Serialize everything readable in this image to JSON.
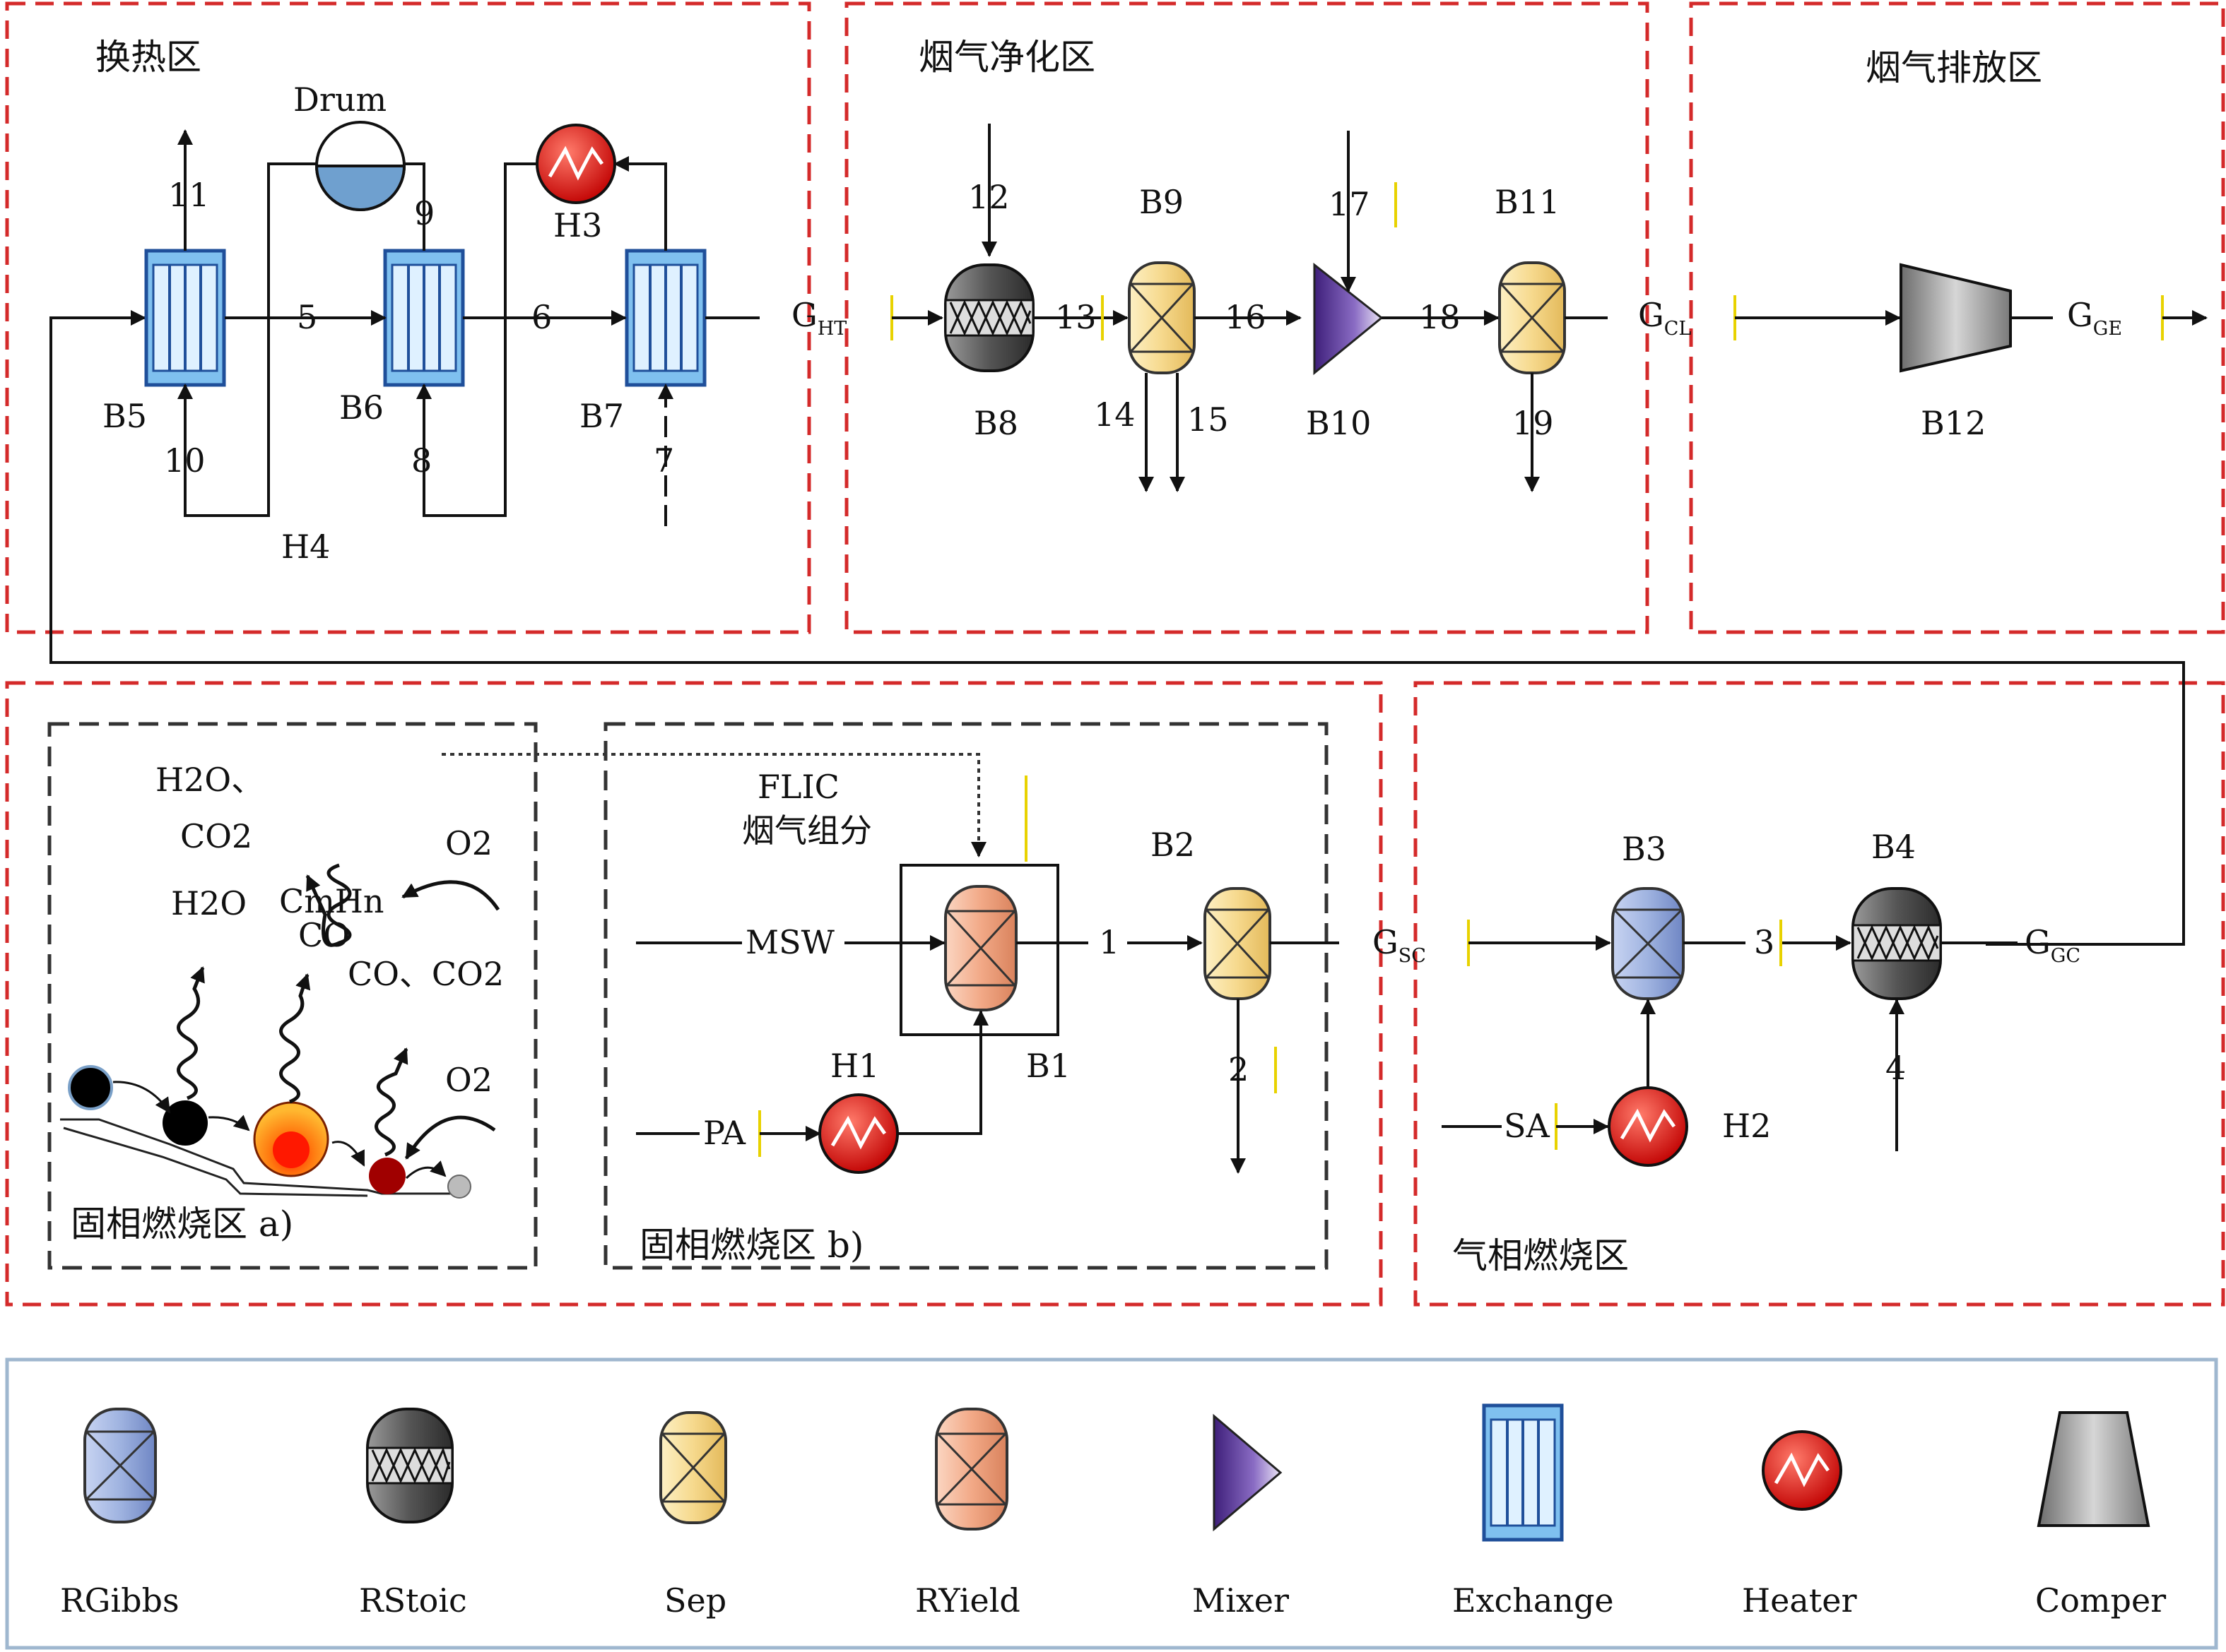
{
  "zones": {
    "heat_exchange": "换热区",
    "flue_gas_cleaning": "烟气净化区",
    "flue_gas_emission": "烟气排放区",
    "solid_combustion_a": "固相燃烧区 a)",
    "solid_combustion_b": "固相燃烧区 b)",
    "gas_combustion": "气相燃烧区"
  },
  "blocks": {
    "drum": "Drum",
    "b1": "B1",
    "b2": "B2",
    "b3": "B3",
    "b4": "B4",
    "b5": "B5",
    "b6": "B6",
    "b7": "B7",
    "b8": "B8",
    "b9": "B9",
    "b10": "B10",
    "b11": "B11",
    "b12": "B12",
    "h1": "H1",
    "h2": "H2",
    "h3": "H3",
    "h4": "H4"
  },
  "streams": {
    "s1": "1",
    "s2": "2",
    "s3": "3",
    "s4": "4",
    "s5": "5",
    "s6": "6",
    "s7": "7",
    "s8": "8",
    "s9": "9",
    "s10": "10",
    "s11": "11",
    "s12": "12",
    "s13": "13",
    "s14": "14",
    "s15": "15",
    "s16": "16",
    "s17": "17",
    "s18": "18",
    "s19": "19",
    "msw": "MSW",
    "pa": "PA",
    "sa": "SA",
    "g_ht": {
      "main": "G",
      "sub": "HT"
    },
    "g_cl": {
      "main": "G",
      "sub": "CL"
    },
    "g_ge": {
      "main": "G",
      "sub": "GE"
    },
    "g_sc": {
      "main": "G",
      "sub": "SC"
    },
    "g_gc": {
      "main": "G",
      "sub": "GC"
    }
  },
  "flic": {
    "line1": "FLIC",
    "line2": "烟气组分"
  },
  "combustion_labels": {
    "h2o_co2_a": "H2O、",
    "h2o_co2_b": "CO2",
    "cmhn": "CmHn",
    "o2_top": "O2",
    "h2o": "H2O",
    "co": "CO",
    "co_co2": "CO、CO2",
    "o2_bottom": "O2"
  },
  "legend": [
    {
      "name": "RGibbs",
      "icon": "rgibbs-icon"
    },
    {
      "name": "RStoic",
      "icon": "rstoic-icon"
    },
    {
      "name": "Sep",
      "icon": "sep-icon"
    },
    {
      "name": "RYield",
      "icon": "ryield-icon"
    },
    {
      "name": "Mixer",
      "icon": "mixer-icon"
    },
    {
      "name": "Exchange",
      "icon": "exchange-icon"
    },
    {
      "name": "Heater",
      "icon": "heater-icon"
    },
    {
      "name": "Comper",
      "icon": "comper-icon"
    }
  ],
  "colors": {
    "zone_border": "#d42a2a",
    "legend_border": "#9fb7cf",
    "rgibbs": "#9fb3e0",
    "rstoic": "#555555",
    "sep": "#f6d98d",
    "ryield": "#f2a987",
    "mixer": "#6a3fa0",
    "exchange": "#7fc0ef",
    "heater": "#e02020"
  }
}
